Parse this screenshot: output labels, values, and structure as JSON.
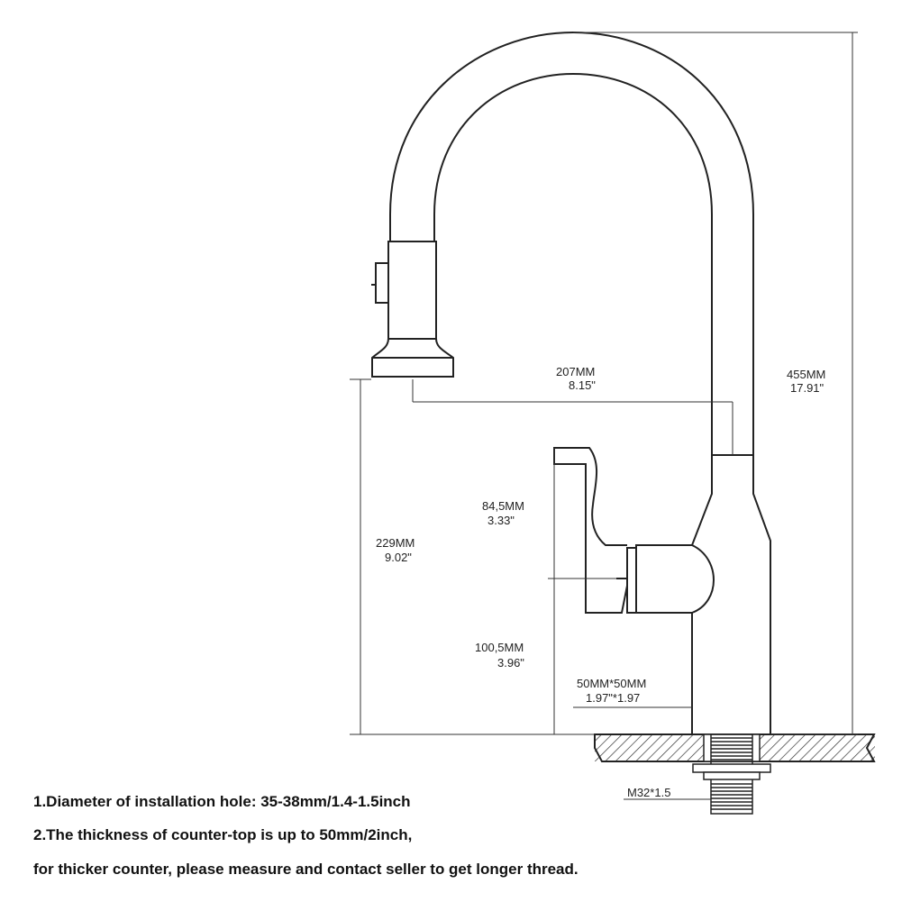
{
  "dimensions": {
    "spout_reach": {
      "mm": "207MM",
      "inch": "8.15\""
    },
    "total_height": {
      "mm": "455MM",
      "inch": "17.91\""
    },
    "spout_height": {
      "mm": "229MM",
      "inch": "9.02\""
    },
    "handle_length": {
      "mm": "84,5MM",
      "inch": "3.33\""
    },
    "handle_height": {
      "mm": "100,5MM",
      "inch": "3.96\""
    },
    "base_size": {
      "mm": "50MM*50MM",
      "inch": "1.97\"*1.97"
    },
    "thread": {
      "label": "M32*1.5"
    }
  },
  "notes": {
    "line1": "1.Diameter of installation hole: 35-38mm/1.4-1.5inch",
    "line2": "2.The thickness of counter-top is up to 50mm/2inch,",
    "line3": "for thicker counter, please measure and contact seller to get longer thread."
  },
  "colors": {
    "line": "#222222",
    "hatch": "#333333"
  }
}
